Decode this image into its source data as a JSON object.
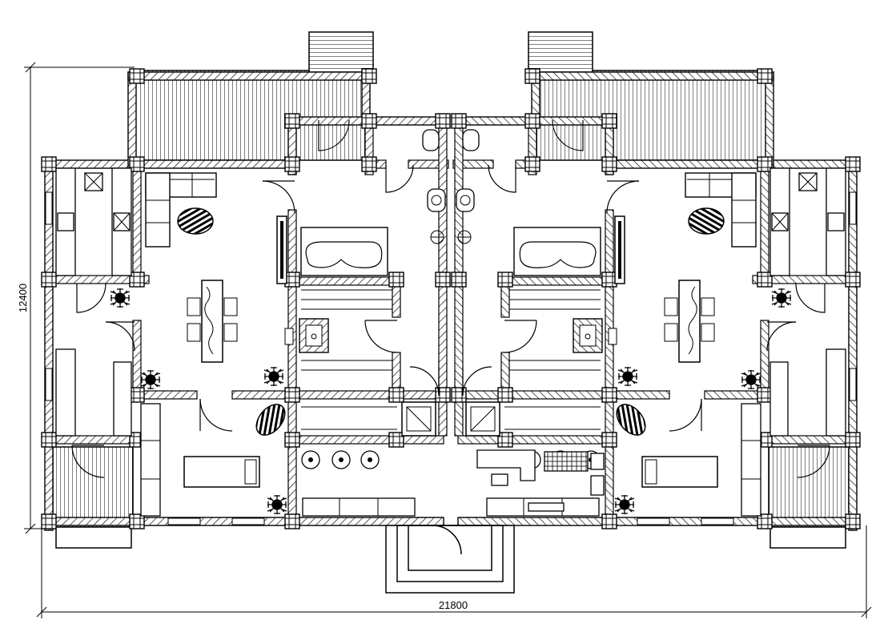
{
  "drawing": {
    "type": "floor-plan",
    "colors": {
      "line": "#000000",
      "background": "#ffffff",
      "wall_hatch": "#000000"
    }
  },
  "dimensions": {
    "width_label": "21800",
    "height_label": "12400"
  }
}
